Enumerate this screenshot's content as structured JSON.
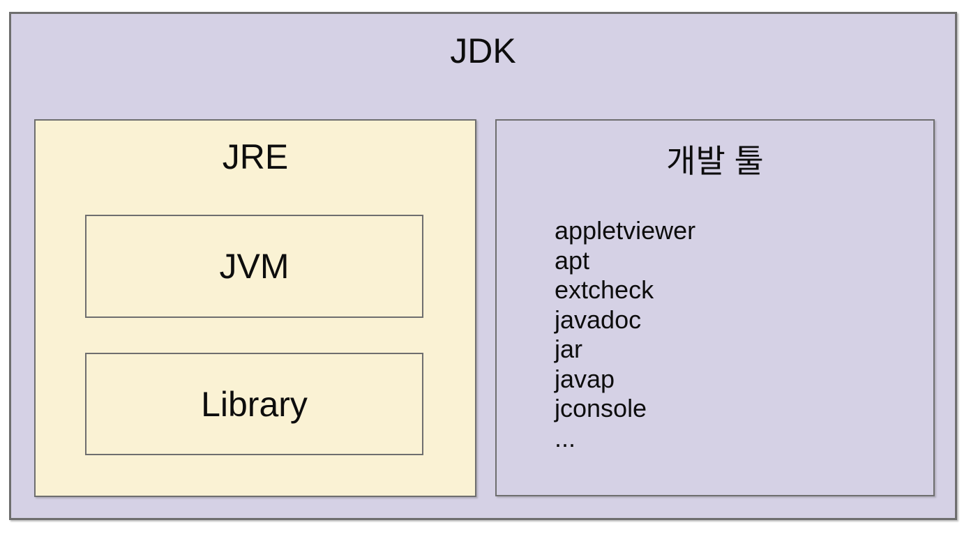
{
  "diagram": {
    "title": "JDK",
    "jre": {
      "title": "JRE",
      "jvm_label": "JVM",
      "library_label": "Library"
    },
    "dev_tools": {
      "title": "개발 툴",
      "tools": [
        "appletviewer",
        "apt",
        "extcheck",
        "javadoc",
        "jar",
        "javap",
        "jconsole",
        "..."
      ]
    }
  },
  "colors": {
    "page_bg": "#ffffff",
    "lavender": "#d5d1e5",
    "cream": "#faf2d4",
    "border": "#6e6e6e",
    "text": "#0d0d0d"
  }
}
